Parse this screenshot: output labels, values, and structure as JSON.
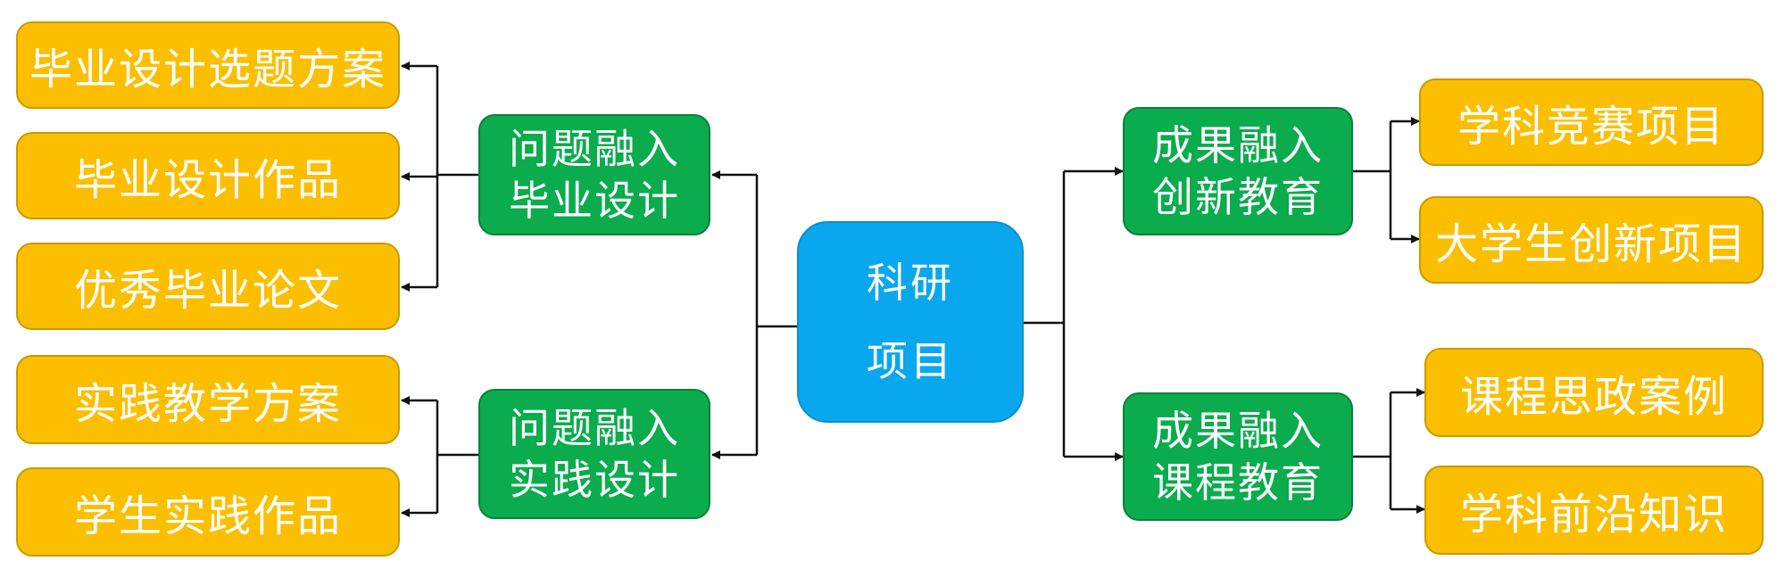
{
  "center": {
    "line1": "科研",
    "line2": "项目"
  },
  "left_groups": [
    {
      "title_line1": "问题融入",
      "title_line2": "毕业设计",
      "items": [
        "毕业设计选题方案",
        "毕业设计作品",
        "优秀毕业论文"
      ]
    },
    {
      "title_line1": "问题融入",
      "title_line2": "实践设计",
      "items": [
        "实践教学方案",
        "学生实践作品"
      ]
    }
  ],
  "right_groups": [
    {
      "title_line1": "成果融入",
      "title_line2": "创新教育",
      "items": [
        "学科竞赛项目",
        "大学生创新项目"
      ]
    },
    {
      "title_line1": "成果融入",
      "title_line2": "课程教育",
      "items": [
        "课程思政案例",
        "学科前沿知识"
      ]
    }
  ],
  "colors": {
    "leaf_fill": "#fbbf00",
    "mid_fill": "#0aac4d",
    "center_fill": "#09a8ee",
    "connector": "#111111"
  }
}
